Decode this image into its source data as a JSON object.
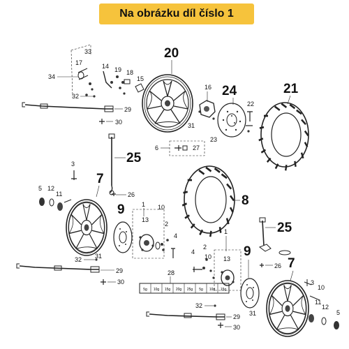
{
  "banner": {
    "text": "Na obrázku díl číslo 1"
  },
  "callouts": {
    "c33": "33",
    "c17": "17",
    "c34": "34",
    "c14": "14",
    "c19": "19",
    "c18": "18",
    "c15": "15",
    "c32a": "32",
    "c29a": "29",
    "c30a": "30",
    "c20": "20",
    "c16": "16",
    "c24": "24",
    "c21": "21",
    "c22": "22",
    "c31a": "31",
    "c23": "23",
    "c6": "6",
    "c27": "27",
    "c25a": "25",
    "c3a": "3",
    "c7a": "7",
    "c5a": "5",
    "c12a": "12",
    "c11a": "11",
    "c26a": "26",
    "c8": "8",
    "c9a": "9",
    "c1a": "1",
    "c10a": "10",
    "c13a": "13",
    "c2a": "2",
    "c4a": "4",
    "c31b": "31",
    "c32b": "32",
    "c29b": "29",
    "c30b": "30",
    "c28": "28",
    "c1b": "1",
    "c25b": "25",
    "c2b": "2",
    "c4b": "4",
    "c13b": "13",
    "c9b": "9",
    "c26b": "26",
    "c7b": "7",
    "c3b": "3",
    "c10b": "10",
    "c11b": "11",
    "c12b": "12",
    "c5b": "5",
    "c31c": "31",
    "c32c": "32",
    "c29c": "29",
    "c30c": "30"
  },
  "strip_labels": [
    "5g",
    "10g",
    "15g",
    "20g",
    "25g",
    "5g",
    "10g",
    "15g"
  ],
  "colors": {
    "banner": "#f6c33c",
    "line": "#222222",
    "background": "#ffffff"
  }
}
